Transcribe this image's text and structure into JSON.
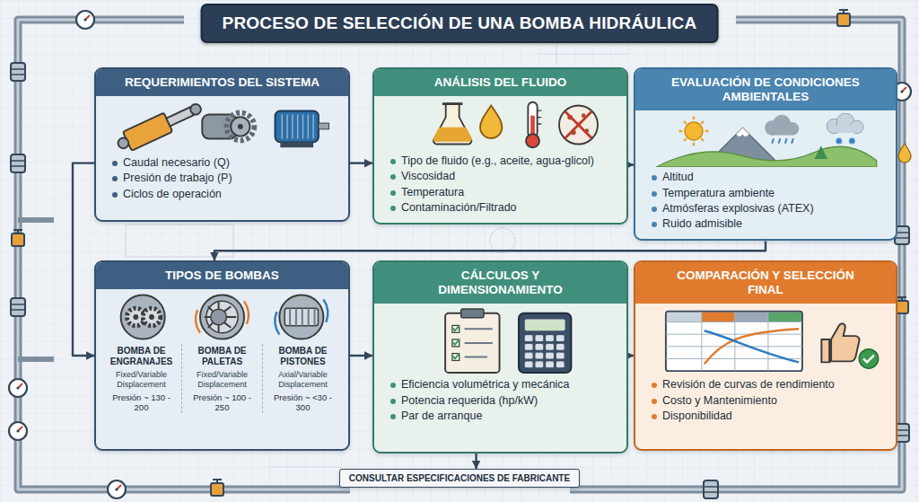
{
  "diagram": {
    "title": "PROCESO DE SELECCIÓN DE UNA BOMBA HIDRÁULICA",
    "nodes": [
      {
        "text": [
          "REQUERIMIENTOS DEL SISTEMA",
          "Caudal necesario (Q)",
          "Presión de trabajo (P)",
          "Ciclos de operación"
        ]
      },
      {
        "text": [
          "ANÁLISIS DEL FLUIDO",
          "Tipo de fluido (e.g., aceite, agua-glicol)",
          "Viscosidad",
          "Temperatura",
          "Contaminación/Filtrado"
        ]
      },
      {
        "text": [
          "EVALUACIÓN DE CONDICIONES AMBIENTALES",
          "Altitud",
          "Temperatura ambiente",
          "Atmósferas explosivas (ATEX)",
          "Ruido admisible"
        ]
      },
      {
        "text": [
          "TIPOS DE BOMBAS",
          "BOMBA DE ENGRANAJES",
          "Fixed/Variable Displacement",
          "Presión ~ 130 - 200",
          "BOMBA DE PALETAS",
          "Fixed/Variable Displacement",
          "Presión ~ 100 - 250",
          "BOMBA DE PISTONES",
          "Axial/Variable Displacement",
          "Presión ~ <30 - 300"
        ]
      },
      {
        "text": [
          "CÁLCULOS Y DIMENSIONAMIENTO",
          "Eficiencia volumétrica y mecánica",
          "Potencia requerida (hp/kW)",
          "Par de arranque"
        ]
      },
      {
        "text": [
          "COMPARACIÓN Y SELECCIÓN FINAL",
          "Revisión de curvas de rendimiento",
          "Costo y Mantenimiento",
          "Disponibilidad"
        ]
      },
      {
        "text": [
          "CONSULTAR ESPECIFICACIONES DE FABRICANTE"
        ]
      }
    ],
    "edges": [
      {
        "from": 0,
        "to": 1,
        "arrow": "to"
      },
      {
        "from": 1,
        "to": 2,
        "arrow": "to"
      },
      {
        "from": 2,
        "to": 3,
        "arrow": "to"
      },
      {
        "from": 0,
        "to": 3,
        "arrow": "to"
      },
      {
        "from": 3,
        "to": 4,
        "arrow": "to"
      },
      {
        "from": 4,
        "to": 5,
        "arrow": "to"
      },
      {
        "from": 4,
        "to": 6,
        "arrow": "to"
      }
    ]
  }
}
